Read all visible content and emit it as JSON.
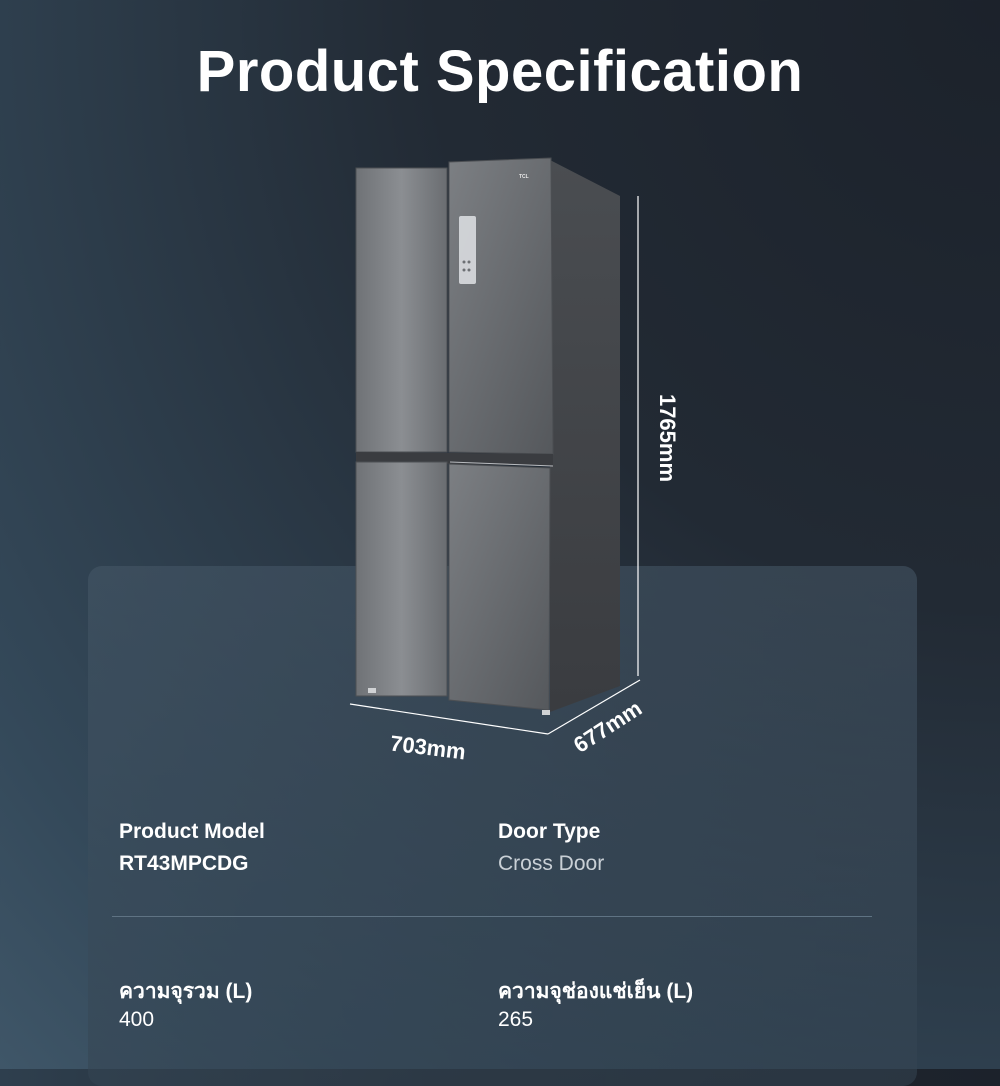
{
  "title": "Product Specification",
  "dimensions": {
    "height": "1765mm",
    "width": "703mm",
    "depth": "677mm"
  },
  "specs": {
    "model_label": "Product Model",
    "model_value": "RT43MPCDG",
    "door_label": "Door Type",
    "door_value": "Cross Door",
    "total_label": "ความจุรวม (L)",
    "total_value": "400",
    "fridge_label": "ความจุช่องแช่เย็น (L)",
    "fridge_value": "265"
  },
  "brand": "TCL"
}
